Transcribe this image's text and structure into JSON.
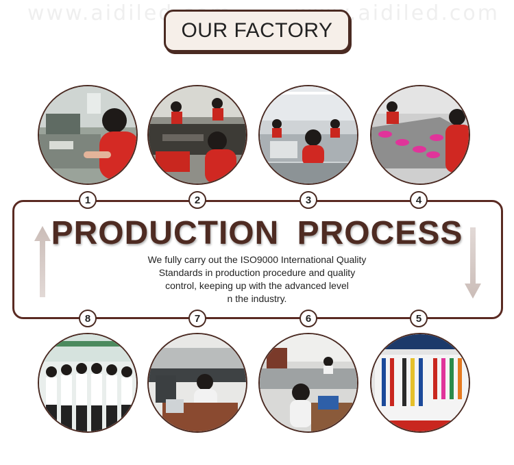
{
  "page": {
    "background": "#ffffff",
    "accent": "#4a2a22"
  },
  "watermark": {
    "text": "www.aidiled.com"
  },
  "title": {
    "text": "OUR FACTORY"
  },
  "process": {
    "heading": "PRODUCTION  PROCESS",
    "description_lines": [
      "We fully carry out the ISO9000 International Quality",
      "Standards in production procedure and quality",
      "control, keeping up with the advanced level",
      "n the industry."
    ],
    "up_arrow_icon": "arrow-up-icon",
    "down_arrow_icon": "arrow-down-icon"
  },
  "steps": [
    {
      "number": "1",
      "scene": "worker-at-machine"
    },
    {
      "number": "2",
      "scene": "assembly-workshop"
    },
    {
      "number": "3",
      "scene": "sewing-line"
    },
    {
      "number": "4",
      "scene": "inspection-table"
    },
    {
      "number": "5",
      "scene": "product-showroom"
    },
    {
      "number": "6",
      "scene": "office-staff"
    },
    {
      "number": "7",
      "scene": "office-desk"
    },
    {
      "number": "8",
      "scene": "team-photo"
    }
  ]
}
